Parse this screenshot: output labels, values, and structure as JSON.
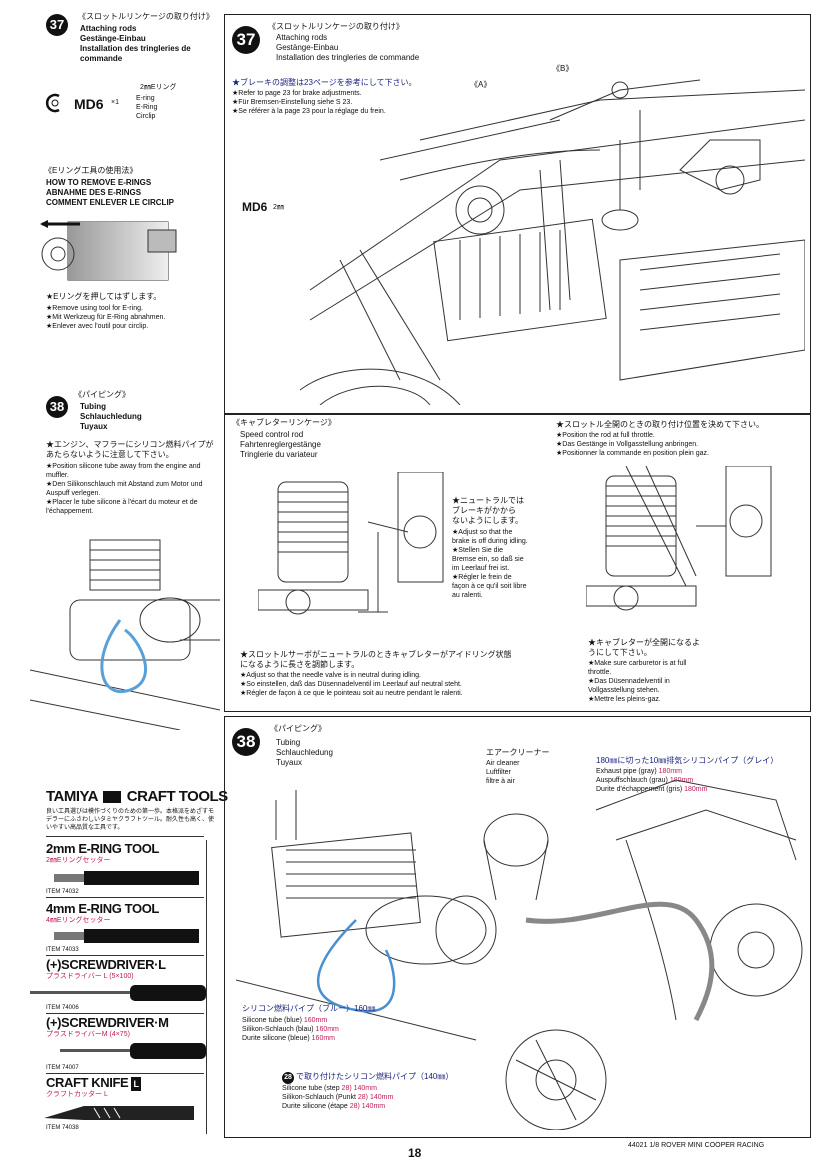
{
  "left_col": {
    "step37": {
      "number": "37",
      "jp_title": "《スロットルリンケージの取り付け》",
      "title_lines": [
        "Attaching rods",
        "Gestänge-Einbau",
        "Installation des tringleries de commande"
      ],
      "part_jp": "2㎜Eリング",
      "part_code": "MD6",
      "part_qty": "×1",
      "part_names": [
        "E-ring",
        "E-Ring",
        "Circlip"
      ]
    },
    "ering_howto": {
      "jp_title": "《Eリング工具の使用法》",
      "title_lines": [
        "HOW TO REMOVE E-RINGS",
        "ABNAHME DES E-RINGS",
        "COMMENT ENLEVER LE CIRCLIP"
      ],
      "note_jp": "★Eリングを押してはずします。",
      "notes": [
        "★Remove using tool for E-ring.",
        "★Mit Werkzeug für E-Ring abnahmen.",
        "★Enlever avec l'outil pour circlip."
      ]
    },
    "step38": {
      "number": "38",
      "jp_title": "《パイピング》",
      "title_lines": [
        "Tubing",
        "Schlauchledung",
        "Tuyaux"
      ],
      "note_jp": "★エンジン、マフラーにシリコン燃料パイプが\nあたらないように注意して下さい。",
      "notes": [
        "★Position silicone tube away from the engine and muffler.",
        "★Den Silikonschlauch mit Abstand zum Motor und Auspuff verlegen.",
        "★Placer le tube silicone à l'écart du moteur et de l'échappement."
      ]
    }
  },
  "tools": {
    "brand": "TAMIYA",
    "brand_suffix": "CRAFT TOOLS",
    "intro_jp": "良い工具選びは模作づくりのための第一歩。本格派をめざすモデラーにふさわしいタミヤクラフトツール。耐久性も高く、使いやすい高品質な工具です。",
    "items": [
      {
        "title": "2mm E-RING TOOL",
        "sub": "2㎜Eリングセッター",
        "item": "ITEM 74032"
      },
      {
        "title": "4mm E-RING TOOL",
        "sub": "4㎜Eリングセッター",
        "item": "ITEM 74033"
      },
      {
        "title": "(+)SCREWDRIVER·L",
        "sub": "プラスドライバー L (5×100)",
        "item": "ITEM 74006"
      },
      {
        "title": "(+)SCREWDRIVER·M",
        "sub": "プラスドライバーM (4×75)",
        "item": "ITEM 74007"
      },
      {
        "title": "CRAFT KNIFE",
        "badge": "L",
        "sub": "クラフトカッター L",
        "item": "ITEM 74038"
      }
    ]
  },
  "main37": {
    "number": "37",
    "jp_title": "《スロットルリンケージの取り付け》",
    "title_lines": [
      "Attaching rods",
      "Gestänge-Einbau",
      "Installation des tringleries de commande"
    ],
    "note_jp": "★ブレーキの調整は23ページを参考にして下さい。",
    "notes": [
      "★Refer to page 23 for brake adjustments.",
      "★Für Bremsen-Einstellung siehe S 23.",
      "★Se référer à la page 23 pour la réglage du frein."
    ],
    "label_a": "《A》",
    "label_b": "《B》",
    "md6": "MD6",
    "md6_size": "2㎜"
  },
  "carb": {
    "jp_title": "《キャブレターリンケージ》",
    "title_lines": [
      "Speed control rod",
      "Fahrtenreglergestänge",
      "Tringlerie du variateur"
    ],
    "right_note_jp": "★スロットル全開のときの取り付け位置を決めて下さい。",
    "right_notes": [
      "★Position the rod at full throttle.",
      "★Das Gestänge in Vollgasstellung anbringen.",
      "★Positionner la commande en position plein gaz."
    ],
    "neutral_jp": "★ニュートラルでは\nブレーキがかから\nないようにします。",
    "neutral_notes": [
      "★Adjust so that the brake is off during idling.",
      "★Stellen Sie die Bremse ein, so daß sie im Leerlauf frei ist.",
      "★Régler le frein de façon à ce qu'il soit libre au ralenti."
    ],
    "bottom_jp": "★スロットルサーボがニュートラルのときキャブレターがアイドリング状態\nになるように長さを調節します。",
    "bottom_notes": [
      "★Adjust so that the needle valve is in neutral during idling.",
      "★So einstellen, daß das Düsennadelventil im Leerlauf auf neutral steht.",
      "★Régler de façon à ce que le pointeau soit au neutre pendant le ralenti."
    ],
    "full_jp": "★キャブレターが全開になるよ\nうにして下さい。",
    "full_notes": [
      "★Make sure carburetor is at full throttle.",
      "★Das Düsennadelventil in Vollgasstellung stehen.",
      "★Mettre les pleins-gaz."
    ]
  },
  "main38": {
    "number": "38",
    "jp_title": "《パイピング》",
    "title_lines": [
      "Tubing",
      "Schlauchledung",
      "Tuyaux"
    ],
    "air_jp": "エアークリーナー",
    "air_lines": [
      "Air cleaner",
      "Luftfilter",
      "filtre à air"
    ],
    "exhaust_jp": "180㎜に切った10㎜排気シリコンパイプ（グレイ）",
    "exhaust_lines": [
      "Exhaust pipe (gray) ",
      "Auspuffschlauch (grau) ",
      "Durite d'échappement (gris) "
    ],
    "exhaust_len": "180mm",
    "silicone_jp": "シリコン燃料パイプ（ブルー）160㎜",
    "silicone_lines": [
      "Silicone tube (blue) ",
      "Silikon-Schlauch (blau) ",
      "Durite silicone (bleue) "
    ],
    "silicone_len": "160mm",
    "step28_num": "28",
    "step28_jp": "で取り付けたシリコン燃料パイプ（140㎜）",
    "step28_lines": [
      "Silicone tube (step ",
      "Silikon-Schlauch (Punkt ",
      "Durite silicone (étape "
    ],
    "step28_ref": "28",
    "step28_tail": ") 140mm"
  },
  "footer": {
    "page": "18",
    "product": "44021 1/8 ROVER MINI COOPER RACING"
  },
  "colors": {
    "accent": "#c2185b",
    "ink": "#111111"
  }
}
